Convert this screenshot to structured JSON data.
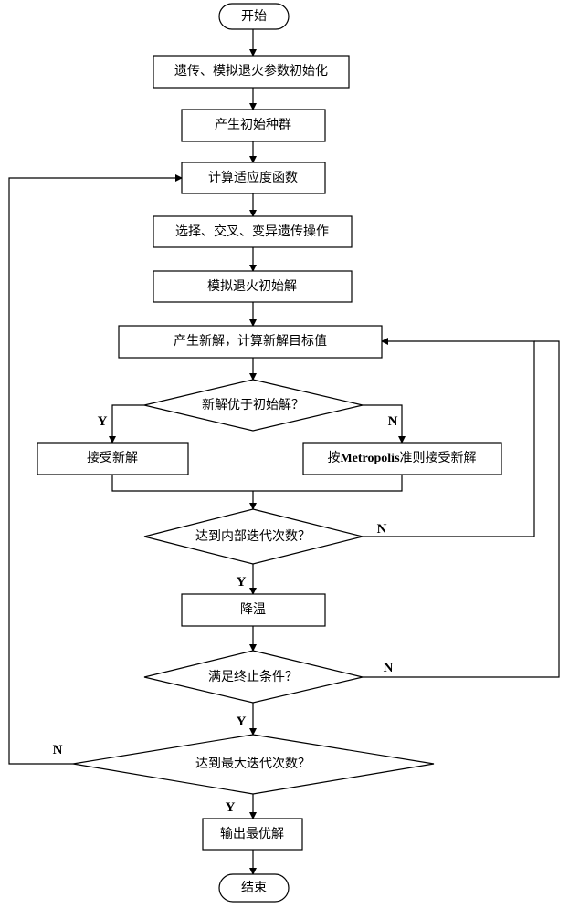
{
  "start": "开始",
  "end": "结束",
  "steps": {
    "init_params": "遗传、模拟退火参数初始化",
    "init_population": "产生初始种群",
    "fitness": "计算适应度函数",
    "ga_ops": "选择、交叉、变异遗传操作",
    "sa_init": "模拟退火初始解",
    "new_solution": "产生新解，计算新解目标值",
    "accept": "接受新解",
    "metropolis_prefix": "按",
    "metropolis_word": "Metropolis",
    "metropolis_suffix": "准则接受新解",
    "cool": "降温",
    "output": "输出最优解"
  },
  "decisions": {
    "better": "新解优于初始解？",
    "inner_iter": "达到内部迭代次数？",
    "terminate": "满足终止条件？",
    "max_iter": "达到最大迭代次数？"
  },
  "labels": {
    "yes": "Y",
    "no": "N"
  }
}
